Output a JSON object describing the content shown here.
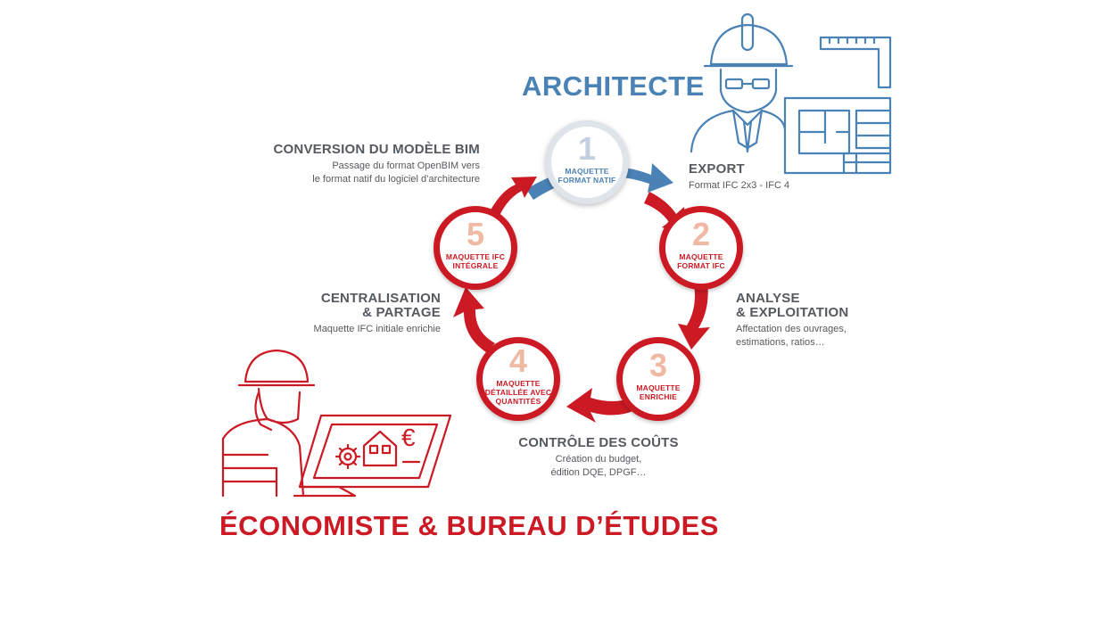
{
  "roles": {
    "architect": "ARCHITECTE",
    "economist": "ÉCONOMISTE & BUREAU D’ÉTUDES"
  },
  "cycle": {
    "nodes": [
      {
        "number": "1",
        "label": "MAQUETTE FORMAT NATIF"
      },
      {
        "number": "2",
        "label": "MAQUETTE FORMAT IFC"
      },
      {
        "number": "3",
        "label": "MAQUETTE ENRICHIE"
      },
      {
        "number": "4",
        "label": "MAQUETTE DÉTAILLÉE AVEC QUANTITÉS"
      },
      {
        "number": "5",
        "label": "MAQUETTE IFC INTÉGRALE"
      }
    ],
    "steps": {
      "export": {
        "title": "EXPORT",
        "desc": "Format IFC 2x3 - IFC 4"
      },
      "analyse": {
        "title_1": "ANALYSE",
        "title_2": "& EXPLOITATION",
        "desc_1": "Affectation des ouvrages,",
        "desc_2": "estimations, ratios…"
      },
      "controle": {
        "title": "CONTRÔLE DES COÛTS",
        "desc_1": "Création du budget,",
        "desc_2": "édition DQE, DPGF…"
      },
      "centralisation": {
        "title_1": "CENTRALISATION",
        "title_2": "& PARTAGE",
        "desc": "Maquette IFC initiale enrichie"
      },
      "conversion": {
        "title": "CONVERSION DU MODÈLE BIM",
        "desc_1": "Passage du format OpenBIM vers",
        "desc_2": "le format natif du logiciel d’architecture"
      }
    }
  },
  "icons": {
    "currency_symbol": "€"
  },
  "colors": {
    "architect_blue": "#4a82b5",
    "economist_red": "#cc1a24",
    "text_gray": "#555a5f"
  }
}
